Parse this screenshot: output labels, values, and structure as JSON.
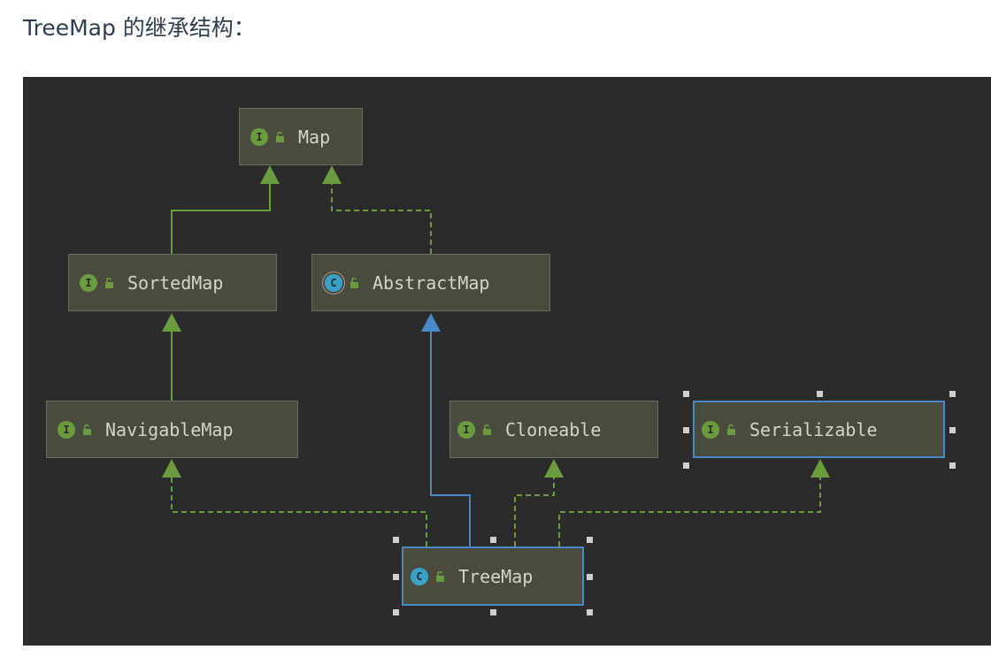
{
  "heading": "TreeMap 的继承结构：",
  "colors": {
    "canvas": "#2b2b2b",
    "node_fill": "#4a4a3e",
    "extends_edge": "#6a9c3f",
    "implements_edge": "#6a9c3f",
    "class_extends_edge": "#4a88c7",
    "selection": "#4a88c7"
  },
  "legend_icons": {
    "interface_badge": "I",
    "class_badge": "C"
  },
  "nodes": [
    {
      "id": "map",
      "label": "Map",
      "kind": "interface"
    },
    {
      "id": "sortedmap",
      "label": "SortedMap",
      "kind": "interface"
    },
    {
      "id": "abstractmap",
      "label": "AbstractMap",
      "kind": "abstract-class"
    },
    {
      "id": "navigablemap",
      "label": "NavigableMap",
      "kind": "interface"
    },
    {
      "id": "cloneable",
      "label": "Cloneable",
      "kind": "interface"
    },
    {
      "id": "serializable",
      "label": "Serializable",
      "kind": "interface",
      "selected": true
    },
    {
      "id": "treemap",
      "label": "TreeMap",
      "kind": "class",
      "selected": true
    }
  ],
  "edges": [
    {
      "from": "sortedmap",
      "to": "map",
      "type": "extends"
    },
    {
      "from": "abstractmap",
      "to": "map",
      "type": "implements"
    },
    {
      "from": "navigablemap",
      "to": "sortedmap",
      "type": "extends"
    },
    {
      "from": "treemap",
      "to": "abstractmap",
      "type": "class-extends"
    },
    {
      "from": "treemap",
      "to": "navigablemap",
      "type": "implements"
    },
    {
      "from": "treemap",
      "to": "cloneable",
      "type": "implements"
    },
    {
      "from": "treemap",
      "to": "serializable",
      "type": "implements"
    }
  ]
}
